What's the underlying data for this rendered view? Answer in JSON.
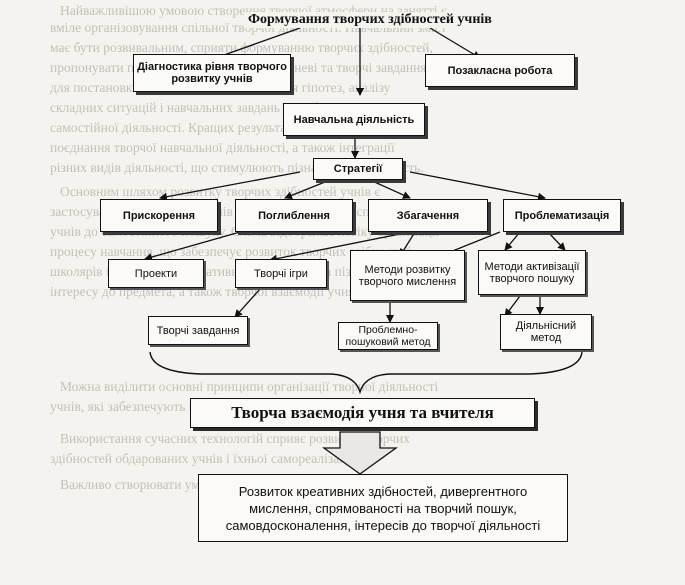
{
  "background_text": [
    "Найважливішою умовою створення творчої атмосфери на занятті є",
    "вміле організовування спільної творчої діяльності. Навчальний зміст",
    "має бути розвивальним, сприяти формуванню творчих здібностей,",
    "пропонувати проблемні завдання, різнорівневі та творчі завдання",
    "для постановки власних питань, висування гіпотез, аналізу",
    "складних ситуацій і навчальних завдань з особистісним змістом і",
    "самостійної діяльності. Кращих результатів досягають у процесі",
    "поєднання творчої навчальної діяльності, а також інтеграції",
    "різних видів діяльності, що стимулюють пізнавальну активність.",
    "Основним шляхом розвитку творчих здібностей учнів є",
    "застосування методів, прийомів і форм навчання, які спонукають",
    "учнів до самостійного пошуку. Схема відображає логіку організації",
    "процесу навчання, що забезпечує розвиток творчих здібностей",
    "школярів і формування креативного мислення та пізнавального",
    "інтересу до предмета, а також творчої взаємодії учня та вчителя.",
    "",
    "",
    "Можна виділити основні принципи організації творчої діяльності",
    "учнів, які забезпечують позитивну мотивацію навчання.",
    "",
    "Використання сучасних технологій сприяє розвитку творчих",
    "здібностей обдарованих учнів і їхньої самореалізації.",
    "",
    "Важливо створювати умови для розвитку творчої особистості."
  ],
  "title": "Формування творчих здібностей учнів",
  "row1": {
    "diagnostics": "Діагностика рівня творчого розвитку учнів",
    "extracurricular": "Позакласна робота"
  },
  "learning": "Навчальна діяльність",
  "strategies": "Стратегії",
  "strategy_items": [
    "Прискорення",
    "Поглиблення",
    "Збагачення",
    "Проблематизація"
  ],
  "methods": {
    "projects": "Проекти",
    "games": "Творчі ігри",
    "thinking": "Методи розвитку творчого мислення",
    "activation": "Методи активізації творчого пошуку"
  },
  "bottom_methods": {
    "tasks": "Творчі завдання",
    "problem_search": "Проблемно-пошуковий метод",
    "activity": "Діяльнісний метод"
  },
  "interaction": "Творча взаємодія учня та вчителя",
  "result": "Розвиток креативних здібностей, дивергентного мислення, спрямованості на творчий пошук, самовдосконалення, інтересів до творчої діяльності"
}
